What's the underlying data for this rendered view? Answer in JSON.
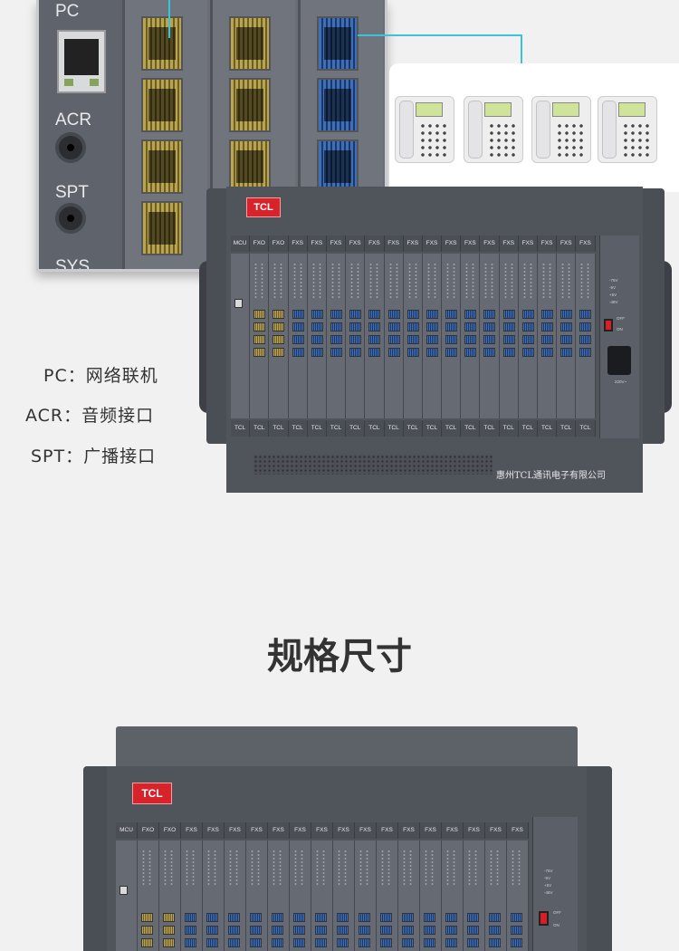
{
  "zoom": {
    "labels": {
      "pc": "PC",
      "acr": "ACR",
      "spt": "SPT",
      "sys": "SYS"
    }
  },
  "legend": [
    {
      "key": "PC",
      "sep": "：",
      "desc": "网络联机"
    },
    {
      "key": "ACR",
      "sep": "：",
      "desc": "音频接口"
    },
    {
      "key": "SPT",
      "sep": "：",
      "desc": "广播接口"
    }
  ],
  "chassis": {
    "brand": "TCL",
    "slot_labels": [
      "MCU",
      "FXO",
      "FXO",
      "FXS",
      "FXS",
      "FXS",
      "FXS",
      "FXS",
      "FXS",
      "FXS",
      "FXS",
      "FXS",
      "FXS",
      "FXS",
      "FXS",
      "FXS",
      "FXS",
      "FXS",
      "FXS"
    ],
    "bottom_labels": [
      "TCL",
      "TCL",
      "TCL",
      "TCL",
      "TCL",
      "TCL",
      "TCL",
      "TCL",
      "TCL",
      "TCL",
      "TCL",
      "TCL",
      "TCL",
      "TCL",
      "TCL",
      "TCL",
      "TCL",
      "TCL",
      "TCL"
    ],
    "maker": "惠州TCL通讯电子有限公司",
    "power_leds": [
      "-75V",
      "-5V",
      "+5V",
      "-48V"
    ],
    "switch_labels": {
      "off": "OFF",
      "on": "ON"
    },
    "voltage": "220V~"
  },
  "section_title": "规格尺寸",
  "colors": {
    "accent": "#d8232a",
    "connector": "#3bc4d9",
    "chassis": "#50555c"
  },
  "icons": [
    "rj45-port-icon",
    "audio-jack-icon",
    "desk-phone-icon",
    "power-switch-icon",
    "power-socket-icon"
  ]
}
